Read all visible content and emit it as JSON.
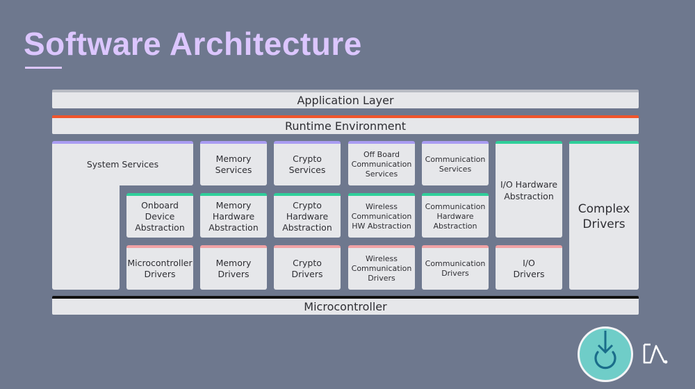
{
  "slide": {
    "title": "Software Architecture"
  },
  "layers": {
    "application": "Application Layer",
    "runtime": "Runtime Environment",
    "microcontroller": "Microcontroller"
  },
  "blocks": {
    "system_services": "System Services",
    "memory_services": "Memory\nServices",
    "crypto_services": "Crypto\nServices",
    "offboard_comm_services": "Off Board\nCommunication\nServices",
    "communication_services": "Communication\nServices",
    "io_hw_abstraction": "I/O Hardware\nAbstraction",
    "complex_drivers": "Complex\nDrivers",
    "onboard_device_abstraction": "Onboard\nDevice\nAbstraction",
    "memory_hw_abstraction": "Memory\nHardware\nAbstraction",
    "crypto_hw_abstraction": "Crypto\nHardware\nAbstraction",
    "wireless_comm_hw_abstraction": "Wireless\nCommunication\nHW Abstraction",
    "comm_hw_abstraction": "Communication\nHardware\nAbstraction",
    "microcontroller_drivers": "Microcontroller\nDrivers",
    "memory_drivers": "Memory\nDrivers",
    "crypto_drivers": "Crypto Drivers",
    "wireless_comm_drivers": "Wireless\nCommunication\nDrivers",
    "communication_drivers": "Communication\nDrivers",
    "io_drivers": "I/O\nDrivers"
  },
  "colors": {
    "background": "#6e788e",
    "title": "#dcc6ff",
    "box": "#e6e7ea",
    "application_accent": "#b9bcc4",
    "runtime_accent": "#f0552c",
    "services_accent": "#a99cf2",
    "abstraction_accent": "#2fcf9a",
    "drivers_accent": "#f0a2a5",
    "microcontroller_accent": "#111111",
    "logo": "#6fcdc8",
    "logo_icon": "#1a6d8a"
  },
  "icons": {
    "logo": "download-circle-icon",
    "brand": "da-logo-icon"
  }
}
